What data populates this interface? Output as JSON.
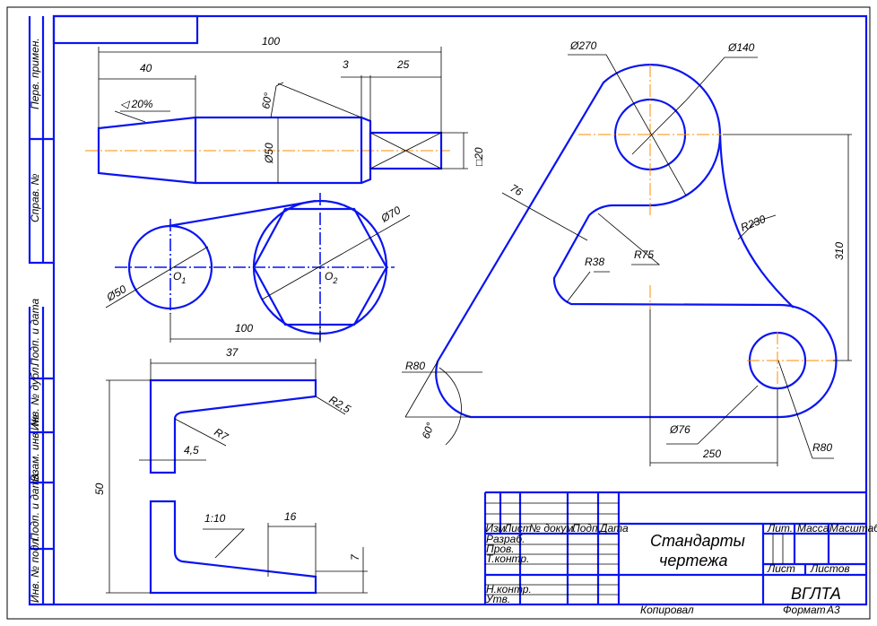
{
  "colors": {
    "outline": "#0a14f0",
    "thin": "#000000",
    "axis": "#ff8c00"
  },
  "side_strip": [
    "Перв. примен.",
    "Справ. №",
    "Подп. и дата",
    "Инв. № дубл.",
    "Взам. инв. №",
    "Подп. и дата",
    "Инв. № подл."
  ],
  "shaft": {
    "overall": "100",
    "cone_len": "40",
    "groove": "3",
    "square_len": "25",
    "taper": "◁ 20%",
    "angle": "60°",
    "diameter": "Ø50",
    "square": "□20"
  },
  "circles": {
    "d1": "Ø50",
    "d2": "Ø70",
    "o1": "O",
    "o1_sub": "1",
    "o2": "O",
    "o2_sub": "2",
    "distance": "100"
  },
  "profile": {
    "width": "37",
    "height": "50",
    "r_small": "R2,5",
    "r_fillet": "R7",
    "thickness": "4,5",
    "slope": "1:10",
    "flange": "16",
    "offset": "7"
  },
  "plate": {
    "d270": "Ø270",
    "d140": "Ø140",
    "r230": "R230",
    "r75": "R75",
    "r38": "R38",
    "w76": "76",
    "r80_left": "R80",
    "angle": "60°",
    "d76": "Ø76",
    "dist250": "250",
    "h310": "310",
    "r80_right": "R80"
  },
  "title_block": {
    "headers": [
      "Изм.",
      "Лист",
      "№ докум.",
      "Подп.",
      "Дата"
    ],
    "roles": [
      "Разраб.",
      "Пров.",
      "Т.контр.",
      "Н.контр.",
      "Утв."
    ],
    "title_line1": "Стандарты",
    "title_line2": "чертежа",
    "lit": "Лит.",
    "mass": "Масса",
    "scale": "Масштаб",
    "sheet": "Лист",
    "sheets": "Листов",
    "org": "ВГЛТА",
    "copied": "Копировал",
    "format_label": "Формат",
    "format": "А3"
  }
}
